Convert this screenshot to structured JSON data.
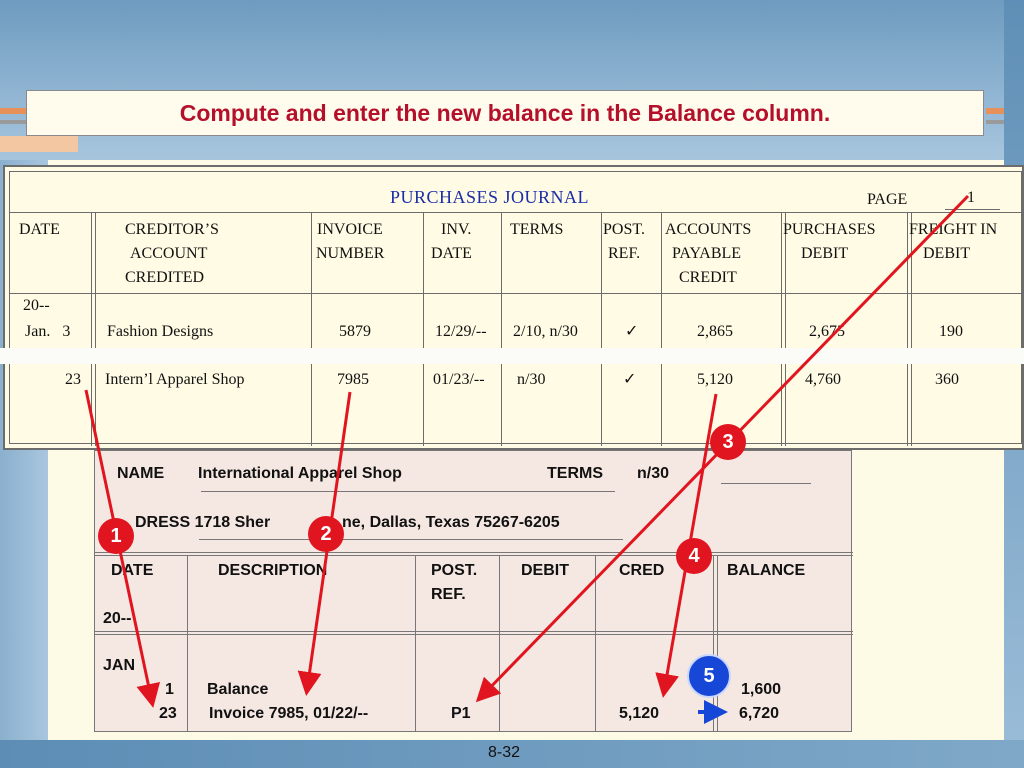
{
  "title": "Compute and enter the new balance in the Balance column.",
  "journal": {
    "title": "PURCHASES JOURNAL",
    "page_label": "PAGE",
    "page_number": "1",
    "headers": {
      "date": "DATE",
      "creditor_1": "CREDITOR’S",
      "creditor_2": "ACCOUNT",
      "creditor_3": "CREDITED",
      "invoice_1": "INVOICE",
      "invoice_2": "NUMBER",
      "invdate_1": "INV.",
      "invdate_2": "DATE",
      "terms": "TERMS",
      "post_1": "POST.",
      "post_2": "REF.",
      "ap_1": "ACCOUNTS",
      "ap_2": "PAYABLE",
      "ap_3": "CREDIT",
      "purch_1": "PURCHASES",
      "purch_2": "DEBIT",
      "freight_1": "FREIGHT IN",
      "freight_2": "DEBIT"
    },
    "year": "20--",
    "rows": [
      {
        "date": "Jan.   3",
        "creditor": "Fashion Designs",
        "invoice": "5879",
        "inv_date": "12/29/--",
        "terms": "2/10, n/30",
        "post": "✓",
        "ap": "2,865",
        "purchases": "2,675",
        "freight": "190"
      },
      {
        "date": "23",
        "creditor": "Intern’l Apparel Shop",
        "invoice": "7985",
        "inv_date": "01/23/--",
        "terms": "n/30",
        "post": "✓",
        "ap": "5,120",
        "purchases": "4,760",
        "freight": "360"
      }
    ]
  },
  "ledger": {
    "name_label": "NAME",
    "name_value": "International Apparel Shop",
    "terms_label": "TERMS",
    "terms_value": "n/30",
    "address_value": "DRESS 1718 Sher",
    "address_value_2": "ne, Dallas, Texas 75267-6205",
    "headers": {
      "date": "DATE",
      "description": "DESCRIPTION",
      "post_1": "POST.",
      "post_2": "REF.",
      "debit": "DEBIT",
      "credit": "CRED",
      "balance": "BALANCE"
    },
    "year": "20--",
    "month": "JAN",
    "rows": [
      {
        "day": "1",
        "description": "Balance",
        "post": "",
        "debit": "",
        "credit": "",
        "balance": "1,600"
      },
      {
        "day": "23",
        "description": "Invoice 7985, 01/22/--",
        "post": "P1",
        "debit": "",
        "credit": "5,120",
        "balance": "6,720"
      }
    ]
  },
  "badges": [
    "1",
    "2",
    "3",
    "4",
    "5"
  ],
  "slide_number": "8-32",
  "colors": {
    "title_text": "#b5102a",
    "journal_title": "#1a2ea8",
    "badge_red": "#e1151f",
    "badge_blue": "#1747d6",
    "arrow_red": "#e1151f",
    "arrow_blue": "#1747d6"
  }
}
